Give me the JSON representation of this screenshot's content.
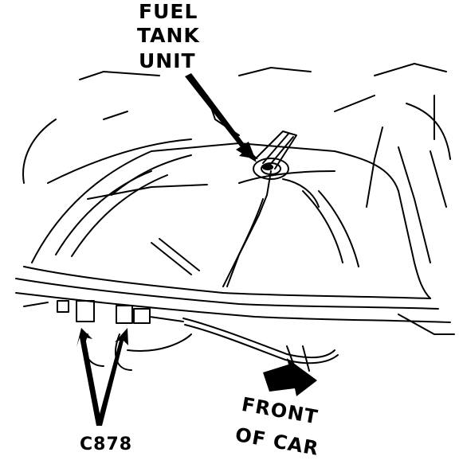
{
  "diagram": {
    "labels": {
      "fuel_tank_unit": [
        "FUEL",
        "TANK",
        "UNIT"
      ],
      "front_of_car": [
        "FRONT",
        "OF CAR"
      ],
      "connector": "C878"
    },
    "colors": {
      "ink": "#000000",
      "background": "#ffffff"
    }
  }
}
